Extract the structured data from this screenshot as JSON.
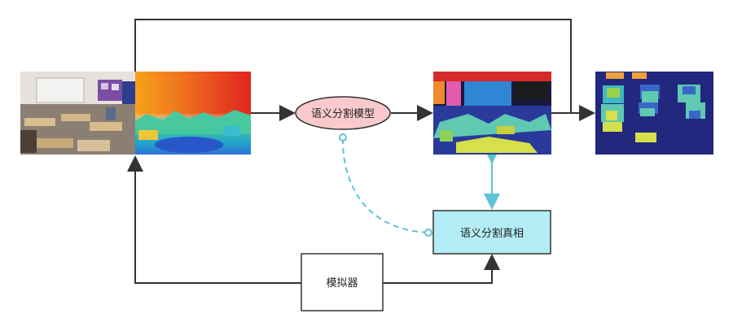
{
  "nodes": {
    "model_label": "语义分割模型",
    "ground_truth_label": "语义分割真相",
    "simulator_label": "模拟器"
  },
  "images": {
    "rgb": "classroom-rgb-photo",
    "depth": "depth-map",
    "segmentation": "semantic-segmentation-output",
    "filtered": "filtered-segmentation-output"
  },
  "colors": {
    "arrow": "#333333",
    "dashed_link": "#5bc3d6",
    "bidirectional": "#5bc3d6",
    "model_fill": "#f9c9cc",
    "ground_truth_fill": "#b3ecf4"
  }
}
